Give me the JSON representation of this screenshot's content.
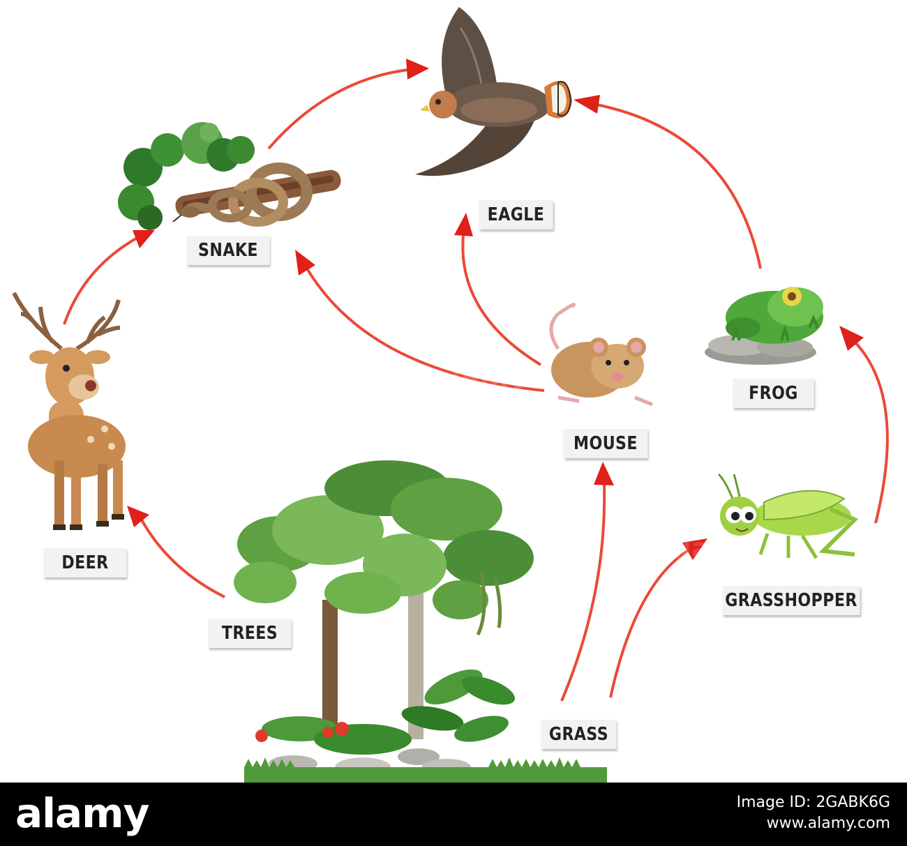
{
  "colors": {
    "arrow_start": "#f27a5e",
    "arrow_end": "#e0201b",
    "label_bg": "#f2f2f2",
    "banner_bg": "#000000"
  },
  "nodes": {
    "eagle": {
      "label": "EAGLE",
      "icon": "eagle-icon"
    },
    "snake": {
      "label": "SNAKE",
      "icon": "snake-icon"
    },
    "deer": {
      "label": "DEER",
      "icon": "deer-icon"
    },
    "trees": {
      "label": "TREES",
      "icon": "trees-icon"
    },
    "mouse": {
      "label": "MOUSE",
      "icon": "mouse-icon"
    },
    "frog": {
      "label": "FROG",
      "icon": "frog-icon"
    },
    "grasshopper": {
      "label": "GRASSHOPPER",
      "icon": "grasshopper-icon"
    },
    "grass": {
      "label": "GRASS",
      "icon": "grass-icon"
    }
  },
  "edges": [
    {
      "from": "trees",
      "to": "deer"
    },
    {
      "from": "deer",
      "to": "snake"
    },
    {
      "from": "snake",
      "to": "eagle"
    },
    {
      "from": "mouse",
      "to": "snake"
    },
    {
      "from": "mouse",
      "to": "eagle"
    },
    {
      "from": "grass",
      "to": "mouse"
    },
    {
      "from": "grass",
      "to": "grasshopper"
    },
    {
      "from": "grasshopper",
      "to": "frog"
    },
    {
      "from": "frog",
      "to": "eagle"
    }
  ],
  "watermark": {
    "brand": "alamy",
    "image_id": "Image ID: 2GABK6G",
    "site": "www.alamy.com"
  }
}
